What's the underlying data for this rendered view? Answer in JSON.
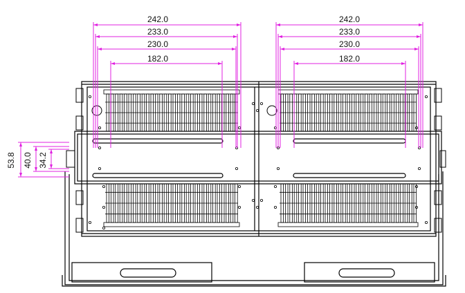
{
  "colors": {
    "dimension_line": "#e020e0",
    "drawing_line": "#000000",
    "background": "#ffffff"
  },
  "dimensions": {
    "horizontal": {
      "left": [
        "242.0",
        "233.0",
        "230.0",
        "182.0"
      ],
      "right": [
        "242.0",
        "233.0",
        "230.0",
        "182.0"
      ]
    },
    "vertical": [
      "53.8",
      "40.0",
      "34.2"
    ]
  }
}
